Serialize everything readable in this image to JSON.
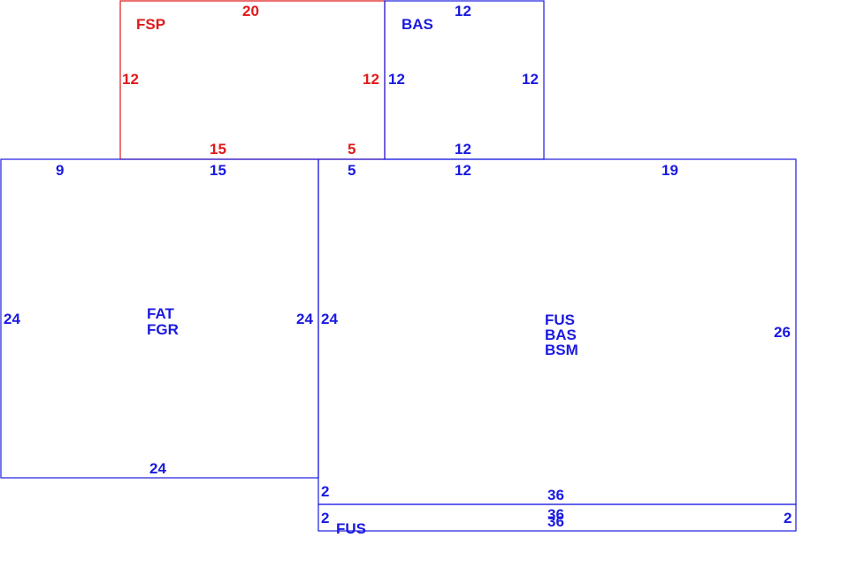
{
  "colors": {
    "blue": "#1a1ae0",
    "red": "#e01a1a",
    "background": "#ffffff"
  },
  "areas": {
    "fsp": {
      "code": "FSP",
      "dims": {
        "top": "20",
        "left": "12",
        "right": "12",
        "bottom_a": "15",
        "bottom_b": "5"
      }
    },
    "bas_top": {
      "code": "BAS",
      "dims": {
        "top": "12",
        "left": "12",
        "right": "12",
        "bottom": "12"
      }
    },
    "fat": {
      "codes": [
        "FAT",
        "FGR"
      ],
      "dims": {
        "top_a": "9",
        "top_b": "15",
        "left": "24",
        "right": "24",
        "bottom": "24"
      }
    },
    "main": {
      "codes": [
        "FUS",
        "BAS",
        "BSM"
      ],
      "dims": {
        "top_a": "5",
        "top_b": "12",
        "top_c": "19",
        "left": "24",
        "right": "26",
        "bottom": "36",
        "left_low": "2"
      }
    },
    "fus_strip": {
      "code": "FUS",
      "dims": {
        "left": "2",
        "right": "2",
        "top": "36",
        "bottom": "36"
      }
    }
  }
}
